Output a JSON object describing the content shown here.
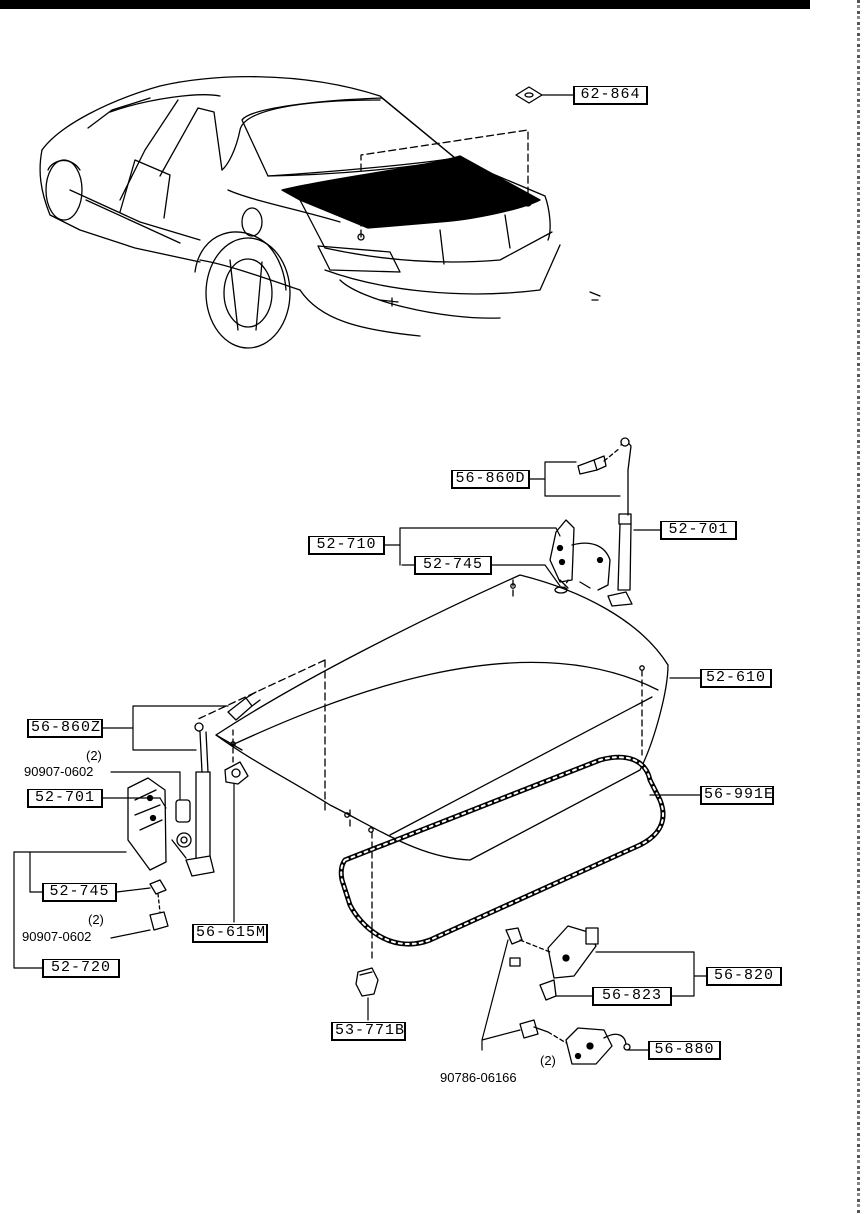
{
  "parts": {
    "p62_864": "62-864",
    "p56_860D": "56-860D",
    "p52_701_right": "52-701",
    "p52_710": "52-710",
    "p52_745_right": "52-745",
    "p52_610": "52-610",
    "p56_860Z": "56-860Z",
    "p52_701_left": "52-701",
    "p56_991E": "56-991E",
    "p52_745_left": "52-745",
    "p52_720": "52-720",
    "p56_615M": "56-615M",
    "p56_820": "56-820",
    "p56_823": "56-823",
    "p53_771B": "53-771B",
    "p56_880": "56-880"
  },
  "notes": {
    "qty_a": "(2)",
    "bolt_a": "90907-0602",
    "qty_b": "(2)",
    "bolt_b": "90907-0602",
    "qty_c": "(2)",
    "bolt_c": "90786-06166"
  }
}
